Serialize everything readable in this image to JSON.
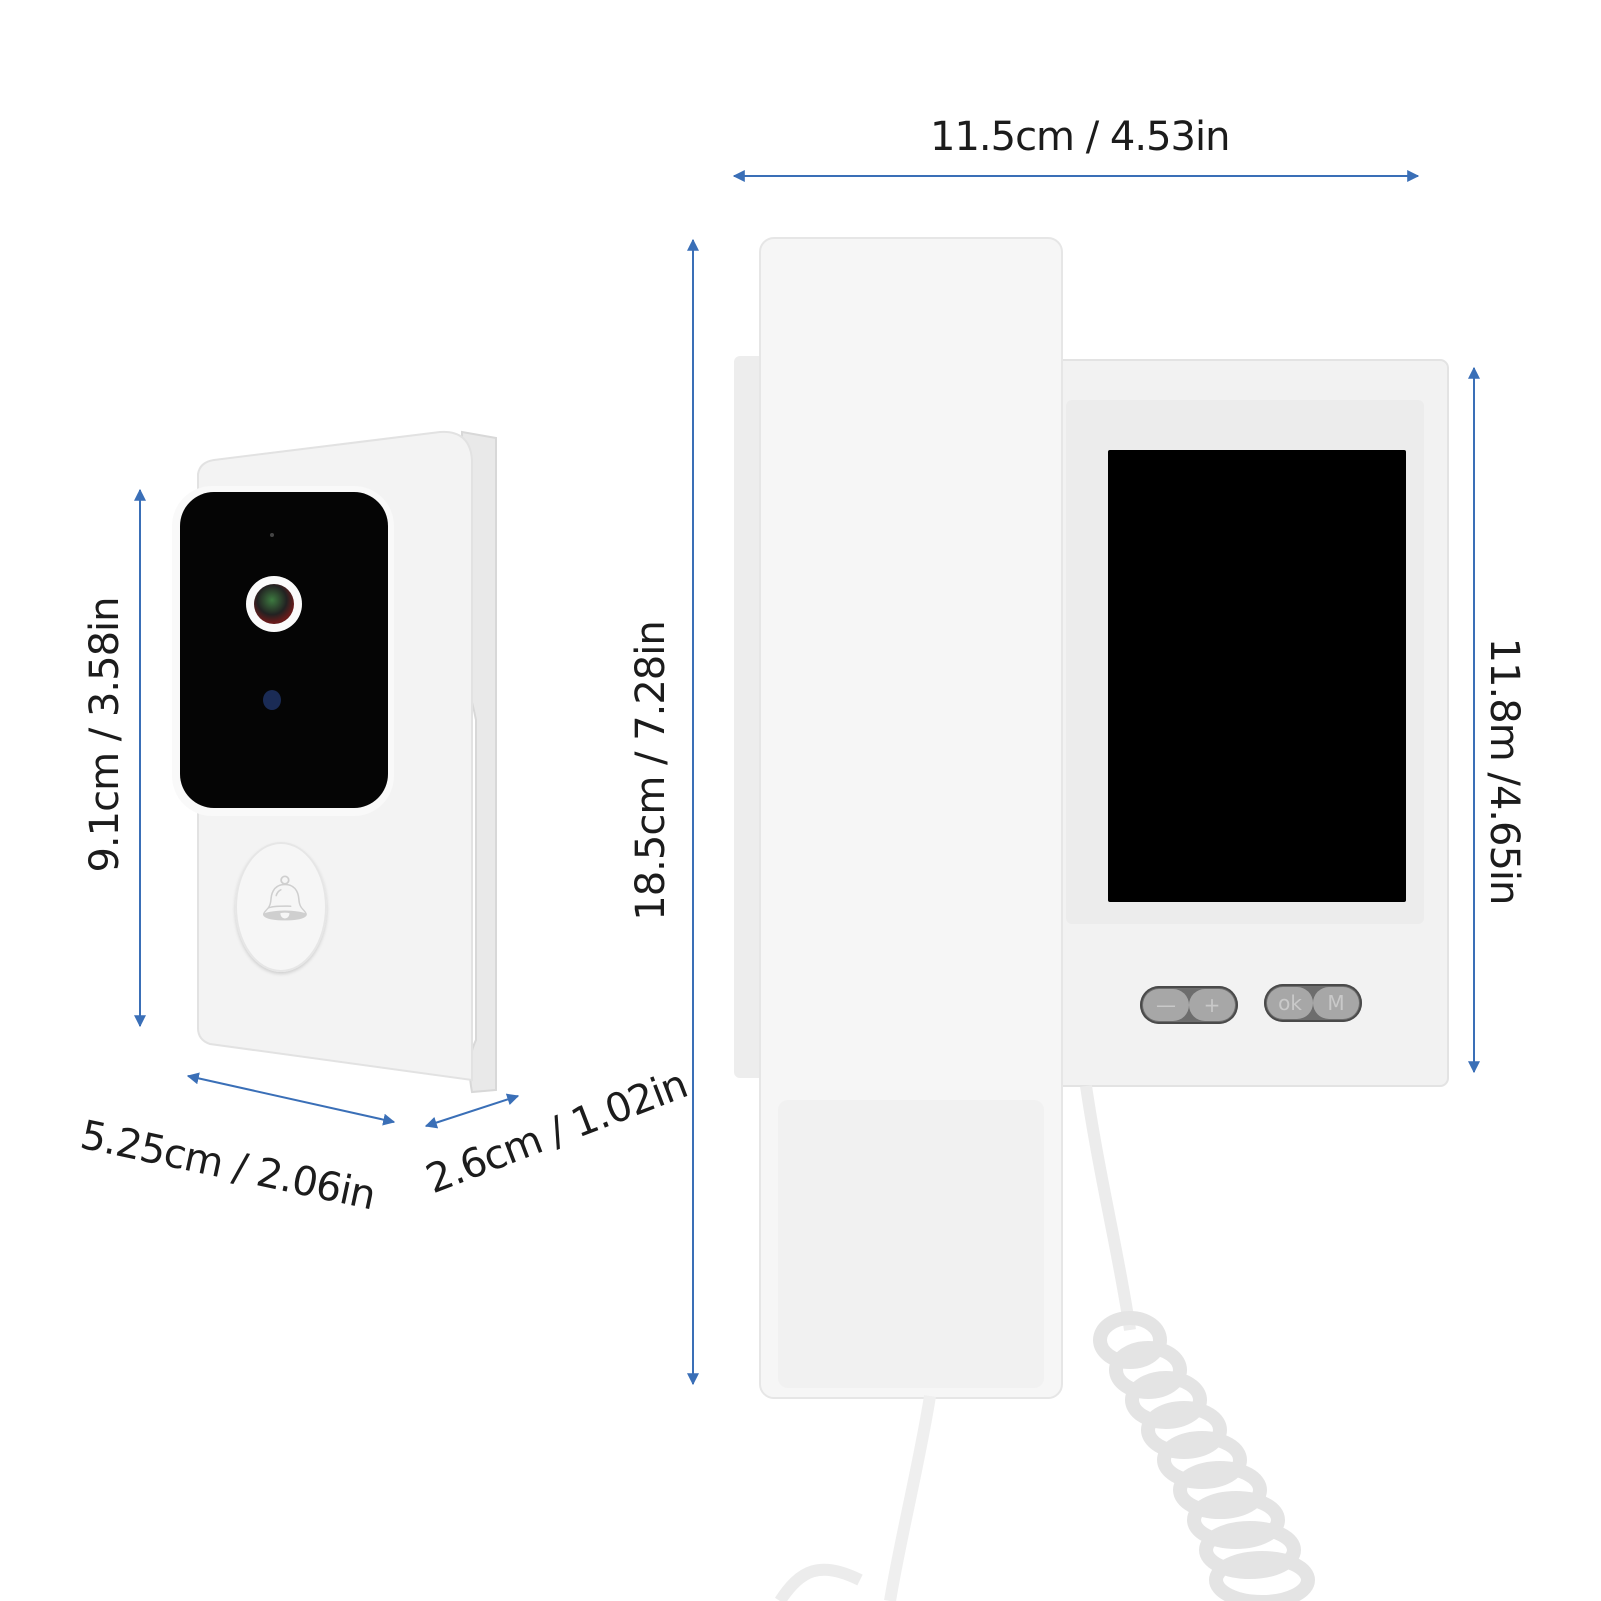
{
  "dimensions": {
    "monitor_width": "11.5cm / 4.53in",
    "handset_height": "18.5cm / 7.28in",
    "monitor_height": "11.8m /4.65in",
    "doorbell_height": "9.1cm / 3.58in",
    "doorbell_width": "5.25cm / 2.06in",
    "doorbell_depth": "2.6cm / 1.02in"
  },
  "monitor": {
    "buttons": [
      {
        "label": "—",
        "name": "volume-down"
      },
      {
        "label": "+",
        "name": "volume-up"
      },
      {
        "label": "ok",
        "name": "ok"
      },
      {
        "label": "M",
        "name": "menu"
      }
    ],
    "screen_color": "#000000"
  },
  "doorbell": {
    "icons": [
      "camera-lens-icon",
      "ir-sensor-icon",
      "bell-icon"
    ]
  },
  "colors": {
    "arrow": "#3a6fb7",
    "text": "#1c1c1c",
    "device_body": "#f4f4f4"
  }
}
